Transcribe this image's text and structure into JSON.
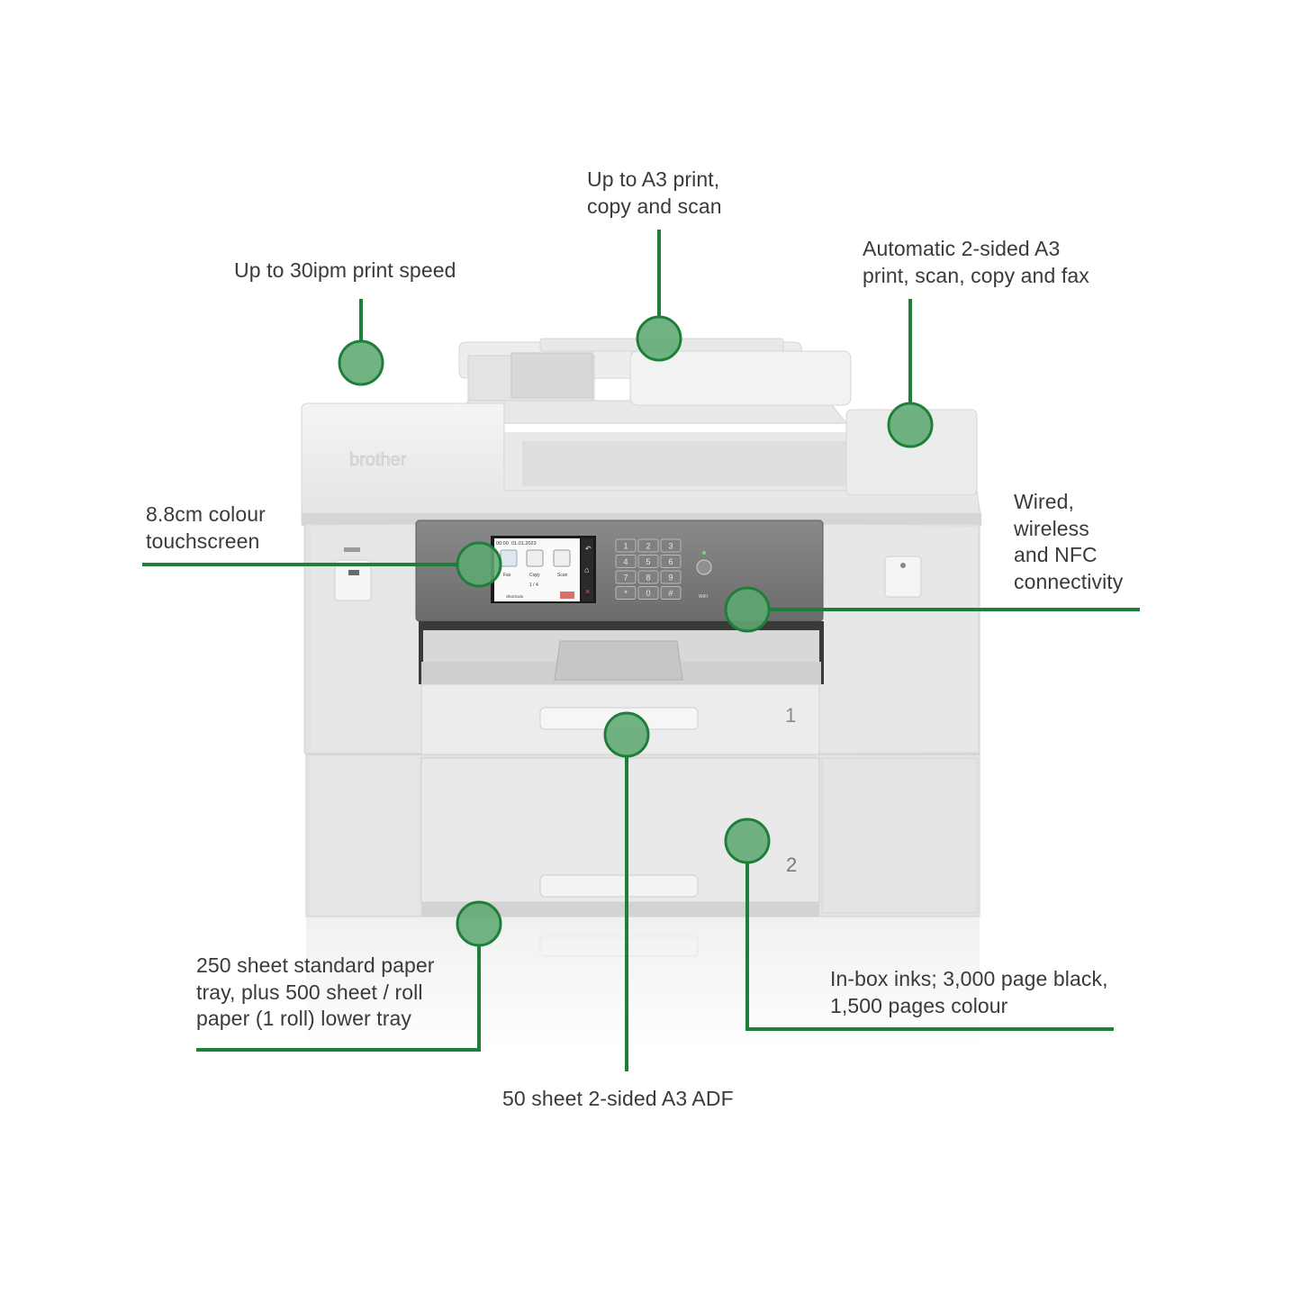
{
  "callouts": {
    "print_speed": "Up to 30ipm print speed",
    "a3_print": "Up to A3 print,\ncopy and scan",
    "auto_duplex": "Automatic 2-sided A3\nprint, scan, copy and fax",
    "touchscreen": "8.8cm colour\ntouchscreen",
    "connectivity": "Wired,\nwireless\nand NFC\nconnectivity",
    "paper_tray": "250 sheet standard paper\ntray, plus 500 sheet / roll\npaper (1 roll) lower tray",
    "adf": "50 sheet 2-sided A3 ADF",
    "inks": "In-box inks; 3,000 page black,\n1,500 pages colour"
  },
  "printer": {
    "brand": "brother",
    "tray1_number": "1",
    "tray2_number": "2",
    "lcd": {
      "time": "00:00",
      "date": "01.01.2023",
      "fax_label": "Fax",
      "copy_label": "Copy",
      "scan_label": "Scan",
      "page_indicator": "1 / 4",
      "shortcuts_label": "Shortcuts"
    },
    "keypad": [
      "1",
      "2",
      "3",
      "4",
      "5",
      "6",
      "7",
      "8",
      "9",
      "*",
      "0",
      "#"
    ],
    "wifi_label": "WiFi"
  },
  "colors": {
    "accent_green": "#1e7f3b",
    "marker_fill": "#5fa873",
    "body_light": "#ececec",
    "panel_grey": "#7a7a7a",
    "text": "#3a3a3a"
  }
}
